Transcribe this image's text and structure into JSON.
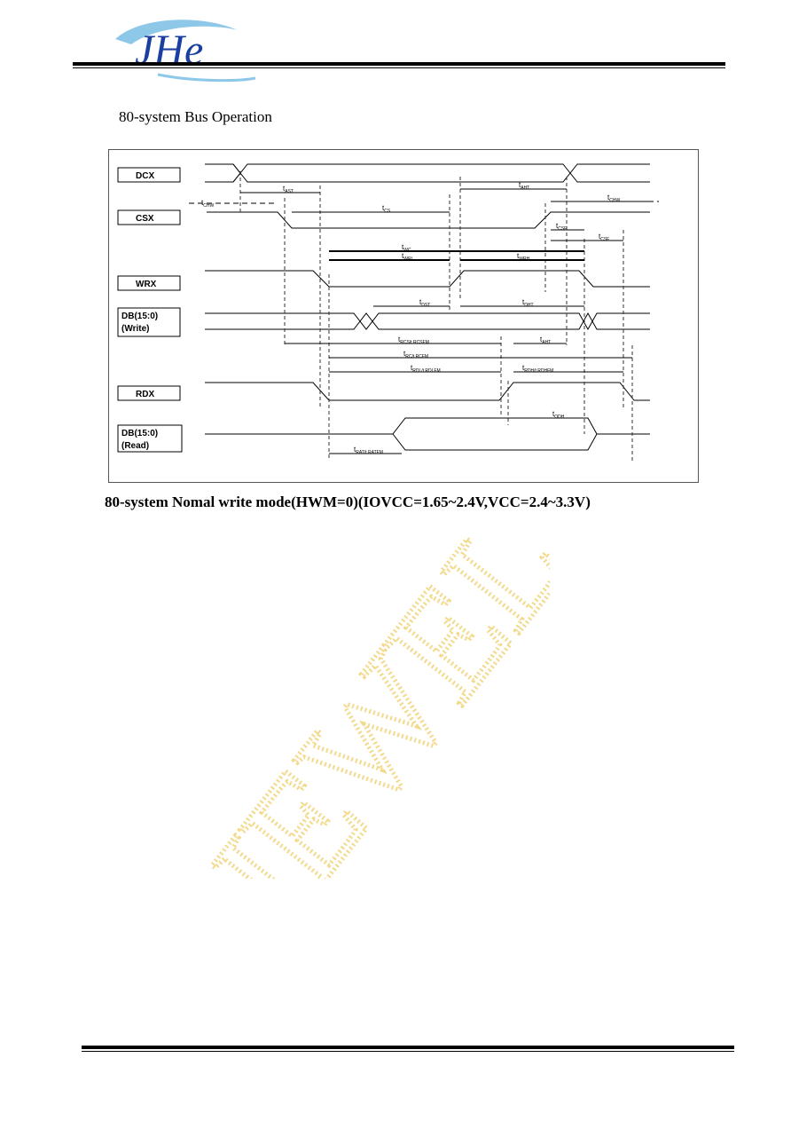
{
  "header": {
    "logo_text": "JHe"
  },
  "heading": "80-system Bus Operation",
  "diagram": {
    "signals": [
      {
        "label": "DCX"
      },
      {
        "label": "CSX"
      },
      {
        "label": "WRX"
      },
      {
        "label": "DB(15:0)",
        "sub": "(Write)"
      },
      {
        "label": "RDX"
      },
      {
        "label": "DB(15:0)",
        "sub": "(Read)"
      }
    ],
    "timings": [
      {
        "main": "t",
        "sub": "CHW"
      },
      {
        "main": "t",
        "sub": "AST"
      },
      {
        "main": "t",
        "sub": "AHT"
      },
      {
        "main": "t",
        "sub": "CHW"
      },
      {
        "main": "t",
        "sub": "CS"
      },
      {
        "main": "t",
        "sub": "CSF"
      },
      {
        "main": "t",
        "sub": "CSF"
      },
      {
        "main": "t",
        "sub": "WC"
      },
      {
        "main": "t",
        "sub": "WRL"
      },
      {
        "main": "t",
        "sub": "WRH"
      },
      {
        "main": "t",
        "sub": "DST"
      },
      {
        "main": "t",
        "sub": "DHT"
      },
      {
        "main": "t",
        "sub": "RCS/t RCSFM"
      },
      {
        "main": "t",
        "sub": "AHT"
      },
      {
        "main": "t",
        "sub": "RC/t RCFM"
      },
      {
        "main": "t",
        "sub": "RDL/t RDLFM"
      },
      {
        "main": "t",
        "sub": "RDH/t RDHFM"
      },
      {
        "main": "t",
        "sub": "ODH"
      },
      {
        "main": "t",
        "sub": "RAT/t RATFM"
      }
    ]
  },
  "caption": "80-system Nomal write mode(HWM=0)(IOVCC=1.65~2.4V,VCC=2.4~3.3V)",
  "watermark": {
    "text": "JEWEL"
  },
  "colors": {
    "logo_blue": "#1a3fa0",
    "logo_light": "#8ec8e8",
    "watermark": "#f3d98a"
  }
}
